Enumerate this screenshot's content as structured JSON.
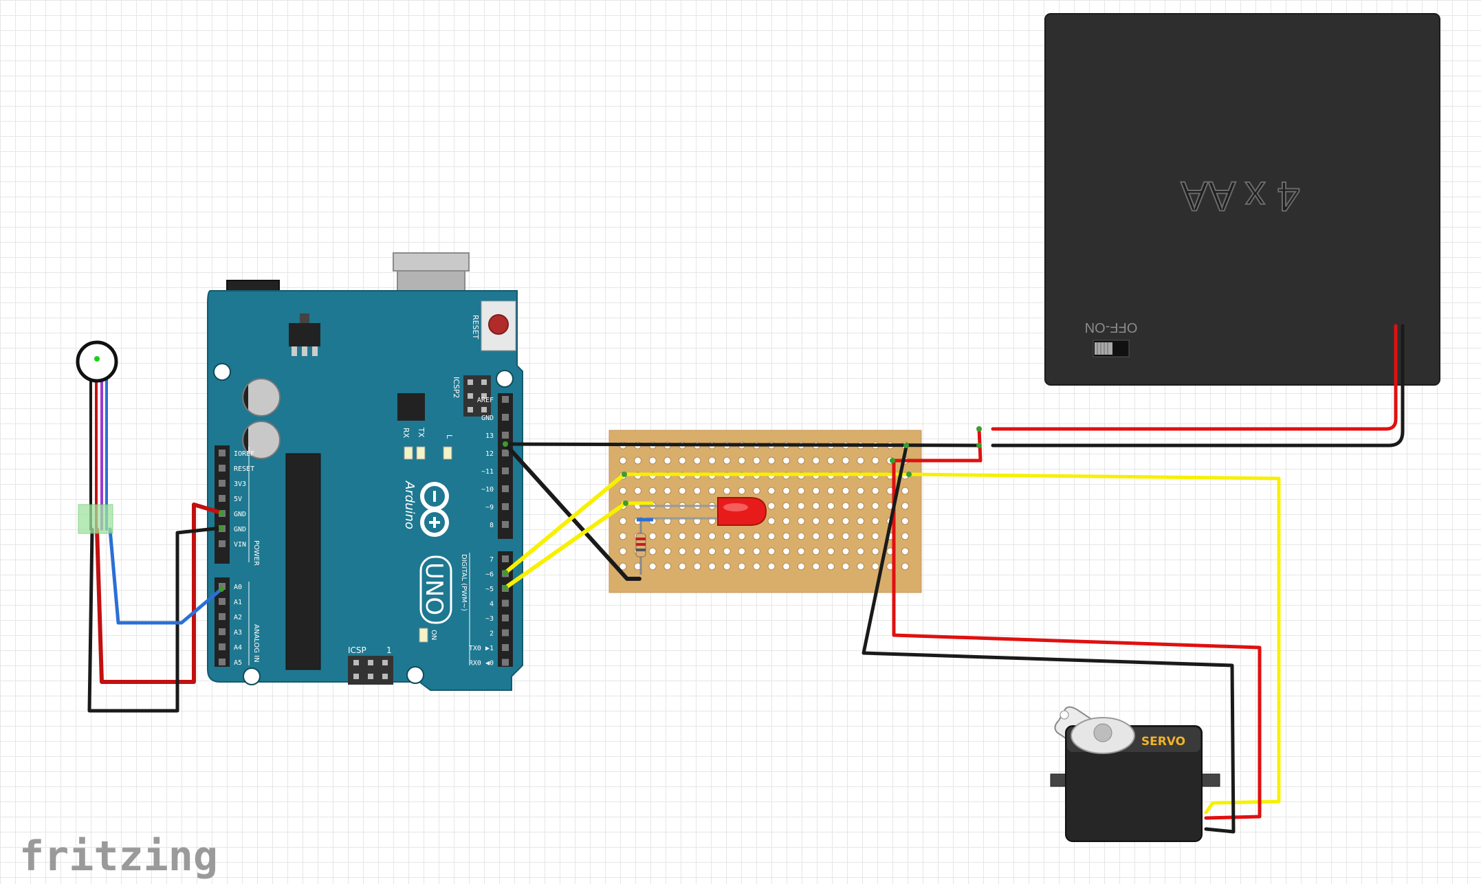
{
  "brand": {
    "name": "fritzing"
  },
  "arduino": {
    "reset": "RESET",
    "icsp2": "ICSP2",
    "icsp": "ICSP",
    "icsp_pin1": "1",
    "tx": "TX",
    "rx": "RX",
    "l": "L",
    "on": "ON",
    "name": "Arduino",
    "model": "UNO",
    "power_label": "POWER",
    "analog_label": "ANALOG IN",
    "digital_label": "DIGITAL (PWM~)",
    "power_pins": [
      "IOREF",
      "RESET",
      "3V3",
      "5V",
      "GND",
      "GND",
      "VIN"
    ],
    "analog_pins": [
      "A0",
      "A1",
      "A2",
      "A3",
      "A4",
      "A5"
    ],
    "top_digital_pins": [
      "AREF",
      "GND",
      "13",
      "12",
      "~11",
      "~10",
      "~9",
      "8"
    ],
    "bottom_digital_pins": [
      "7",
      "~6",
      "~5",
      "4",
      "~3",
      "2",
      "TX0 ▶1",
      "RX0 ◀0"
    ]
  },
  "battery": {
    "label": "4 x AA",
    "switch_label": "OFF-ON",
    "body_color": "#2e2e2e"
  },
  "servo": {
    "label": "SERVO",
    "label_color": "#f0b428"
  },
  "colors": {
    "board": "#1e7891",
    "stripboard": "#d9ae6b",
    "wire_red": "#e01010",
    "wire_black": "#1a1a1a",
    "wire_yellow": "#f7f000",
    "wire_blue": "#2b6fd6",
    "wire_purple": "#9b3bd1",
    "led": "#e81b1b"
  }
}
